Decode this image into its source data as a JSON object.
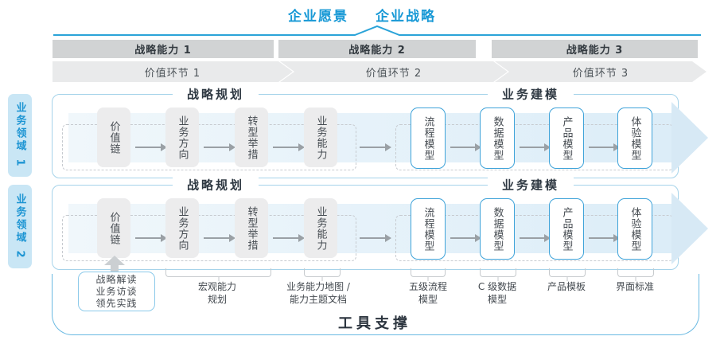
{
  "title": {
    "vision": "企业愿景",
    "strategy": "企业战略"
  },
  "strategy_band": {
    "capabilities": [
      {
        "label": "战略能力 1"
      },
      {
        "label": "战略能力 2"
      },
      {
        "label": "战略能力 3"
      }
    ],
    "value_links": [
      {
        "label": "价值环节 1"
      },
      {
        "label": "价值环节 2"
      },
      {
        "label": "价值环节 3"
      }
    ]
  },
  "domains": [
    {
      "label": "业务领域 1"
    },
    {
      "label": "业务领域 2"
    }
  ],
  "row_sections": {
    "planning": "战略规划",
    "modeling": "业务建模"
  },
  "flow_boxes": [
    {
      "label": "价值链"
    },
    {
      "label": "业务方向"
    },
    {
      "label": "转型举措"
    },
    {
      "label": "业务能力"
    },
    {
      "label": "流程模型"
    },
    {
      "label": "数据模型"
    },
    {
      "label": "产品模型"
    },
    {
      "label": "体验模型"
    }
  ],
  "annotations": {
    "inputs": [
      "战略解读",
      "业务访谈",
      "领先实践"
    ],
    "notes": [
      {
        "label": "宏观能力\n规划"
      },
      {
        "label": "业务能力地图 /\n能力主题文档"
      },
      {
        "label": "五级流程\n模型"
      },
      {
        "label": "C 级数据\n模型"
      },
      {
        "label": "产品模板"
      },
      {
        "label": "界面标准"
      }
    ]
  },
  "tool_support": "工具支撑",
  "colors": {
    "accent_blue": "#1899d6",
    "line_blue": "#2aa3d8",
    "panel_border_blue": "#a5d3ea",
    "box_border_blue": "#3fa3d9",
    "domain_bg": "#c9e6f5",
    "bar_gray": "#d1d3d4",
    "chevron_gray": "#e9eaeb",
    "flow_box_gray": "#ececed",
    "band_blue": "#dcedf8",
    "tool_border_blue": "#69b9e2"
  }
}
